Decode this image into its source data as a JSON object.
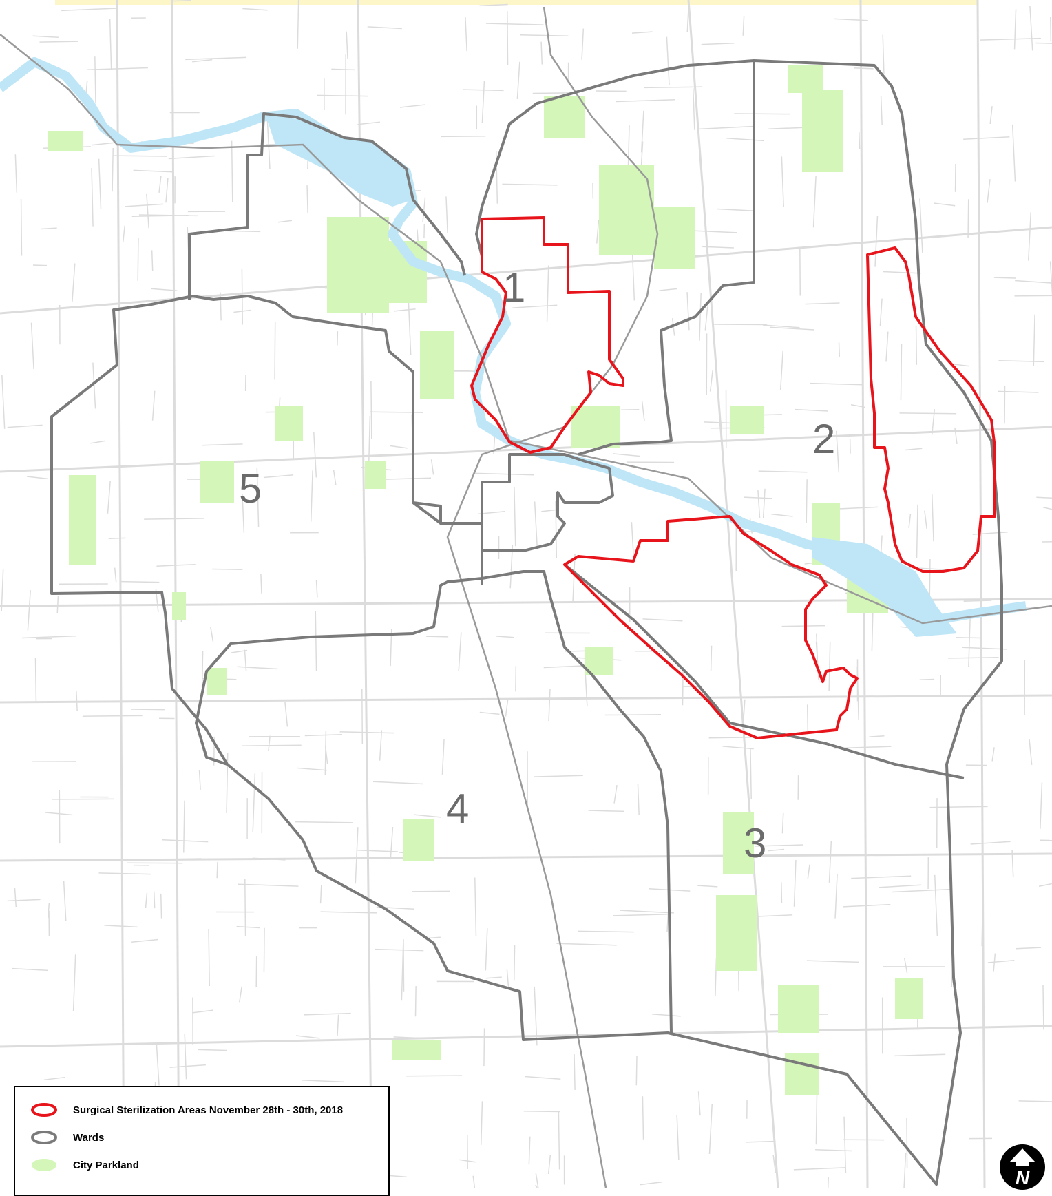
{
  "wards": [
    {
      "label": "1"
    },
    {
      "label": "2"
    },
    {
      "label": "3"
    },
    {
      "label": "4"
    },
    {
      "label": "5"
    }
  ],
  "legend": {
    "items": [
      {
        "label": "Surgical Sterilization Areas November 28th - 30th, 2018",
        "symbol": "red-outline-oval",
        "color": "#e8141b"
      },
      {
        "label": "Wards",
        "symbol": "gray-outline-oval",
        "color": "#7a7a7a"
      },
      {
        "label": "City Parkland",
        "symbol": "green-filled-oval",
        "color": "#d4f7b9"
      }
    ]
  },
  "north_arrow": {
    "label": "N"
  },
  "colors": {
    "background": "#ffffff",
    "streets": "#d8d8d8",
    "water": "#bfe6f7",
    "parkland": "#d4f7b9",
    "wards": "#7a7a7a",
    "sterilization": "#e8141b",
    "railroad": "#9a9a9a"
  }
}
